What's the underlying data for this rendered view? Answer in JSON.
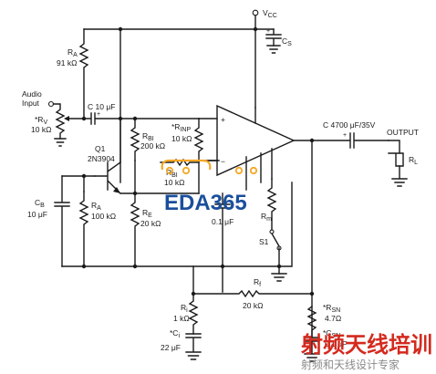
{
  "labels": {
    "vcc": "V",
    "vcc_sub": "CC",
    "cs": "C",
    "cs_sub": "S",
    "ra_top": "R",
    "ra_top_sub": "A",
    "ra_top_val": "91 kΩ",
    "audio_input_1": "Audio",
    "audio_input_2": "Input",
    "rv": "*R",
    "rv_sub": "V",
    "rv_val": "10 kΩ",
    "c_in": "C  10 μF",
    "q1": "Q1",
    "q1_part": "2N3904",
    "rbi": "R",
    "rbi_sub": "BI",
    "rbi_val": "200 kΩ",
    "rinp": "*R",
    "rinp_sub": "INP",
    "rinp_val": "10 kΩ",
    "rbi2": "R",
    "rbi2_sub": "BI",
    "rbi2_val": "10 kΩ",
    "c_out": "C  4700 μF/35V",
    "output": "OUTPUT",
    "rl": "R",
    "rl_sub": "L",
    "cb": "C",
    "cb_sub": "B",
    "cb_val": "10 μF",
    "ra_bot": "R",
    "ra_bot_sub": "A",
    "ra_bot_val": "100 kΩ",
    "re": "R",
    "re_sub": "E",
    "re_val": "20 kΩ",
    "c01": "0.1 μF",
    "rm": "R",
    "rm_sub": "m",
    "s1": "S1",
    "rf": "R",
    "rf_sub": "f",
    "rf_val": "20 kΩ",
    "ri": "R",
    "ri_sub": "i",
    "ri_val": "1 kΩ",
    "ci": "*C",
    "ci_sub": "i",
    "ci_val": "22 μF",
    "rsn": "*R",
    "rsn_sub": "SN",
    "rsn_val": "4.7Ω",
    "csn": "*C",
    "csn_sub": "SN",
    "csn_val": "0.1 μF",
    "op_plus": "+",
    "op_minus": "−"
  },
  "watermarks": {
    "eda_brand": "EDA365",
    "cn_red": "射频天线培训",
    "cn_gray": "射频和天线设计专家"
  },
  "colors": {
    "wire": "#1a1a1a",
    "eda_blue": "#1a4f9c",
    "eda_orange": "#f5a623",
    "watermark_red": "#d42a1e"
  }
}
